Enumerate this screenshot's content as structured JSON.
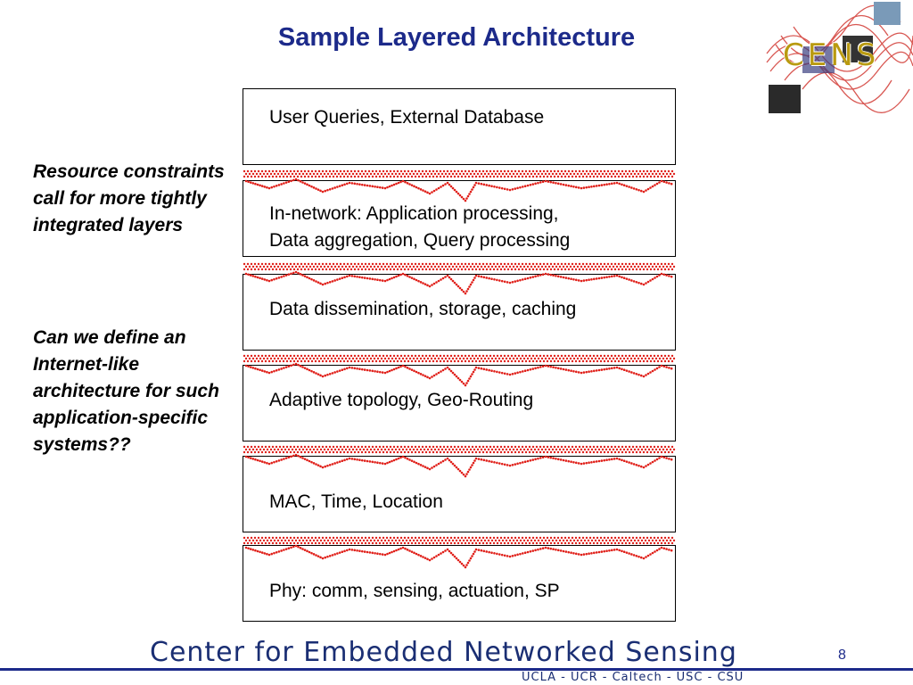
{
  "slide": {
    "title": "Sample Layered Architecture",
    "page_number": "8"
  },
  "logo": {
    "text": "CENS"
  },
  "side_notes": [
    "Resource constraints call for more tightly integrated layers",
    "Can we define an Internet-like architecture for such application-specific systems??"
  ],
  "layers": [
    {
      "lines": [
        "User Queries, External Database"
      ]
    },
    {
      "lines": [
        "In-network: Application processing,",
        "Data aggregation, Query processing"
      ]
    },
    {
      "lines": [
        "Data dissemination, storage, caching"
      ]
    },
    {
      "lines": [
        "Adaptive topology, Geo-Routing"
      ]
    },
    {
      "lines": [
        "MAC, Time, Location"
      ]
    },
    {
      "lines": [
        "Phy: comm, sensing, actuation, SP"
      ]
    }
  ],
  "footer": {
    "org": "Center for Embedded Networked Sensing",
    "partners": "UCLA - UCR - Caltech - USC - CSU"
  },
  "colors": {
    "title": "#1c2a8a",
    "dotted_red": "#e0201a",
    "logo_gold": "#b99a10",
    "footer_blue": "#1a2e73"
  }
}
